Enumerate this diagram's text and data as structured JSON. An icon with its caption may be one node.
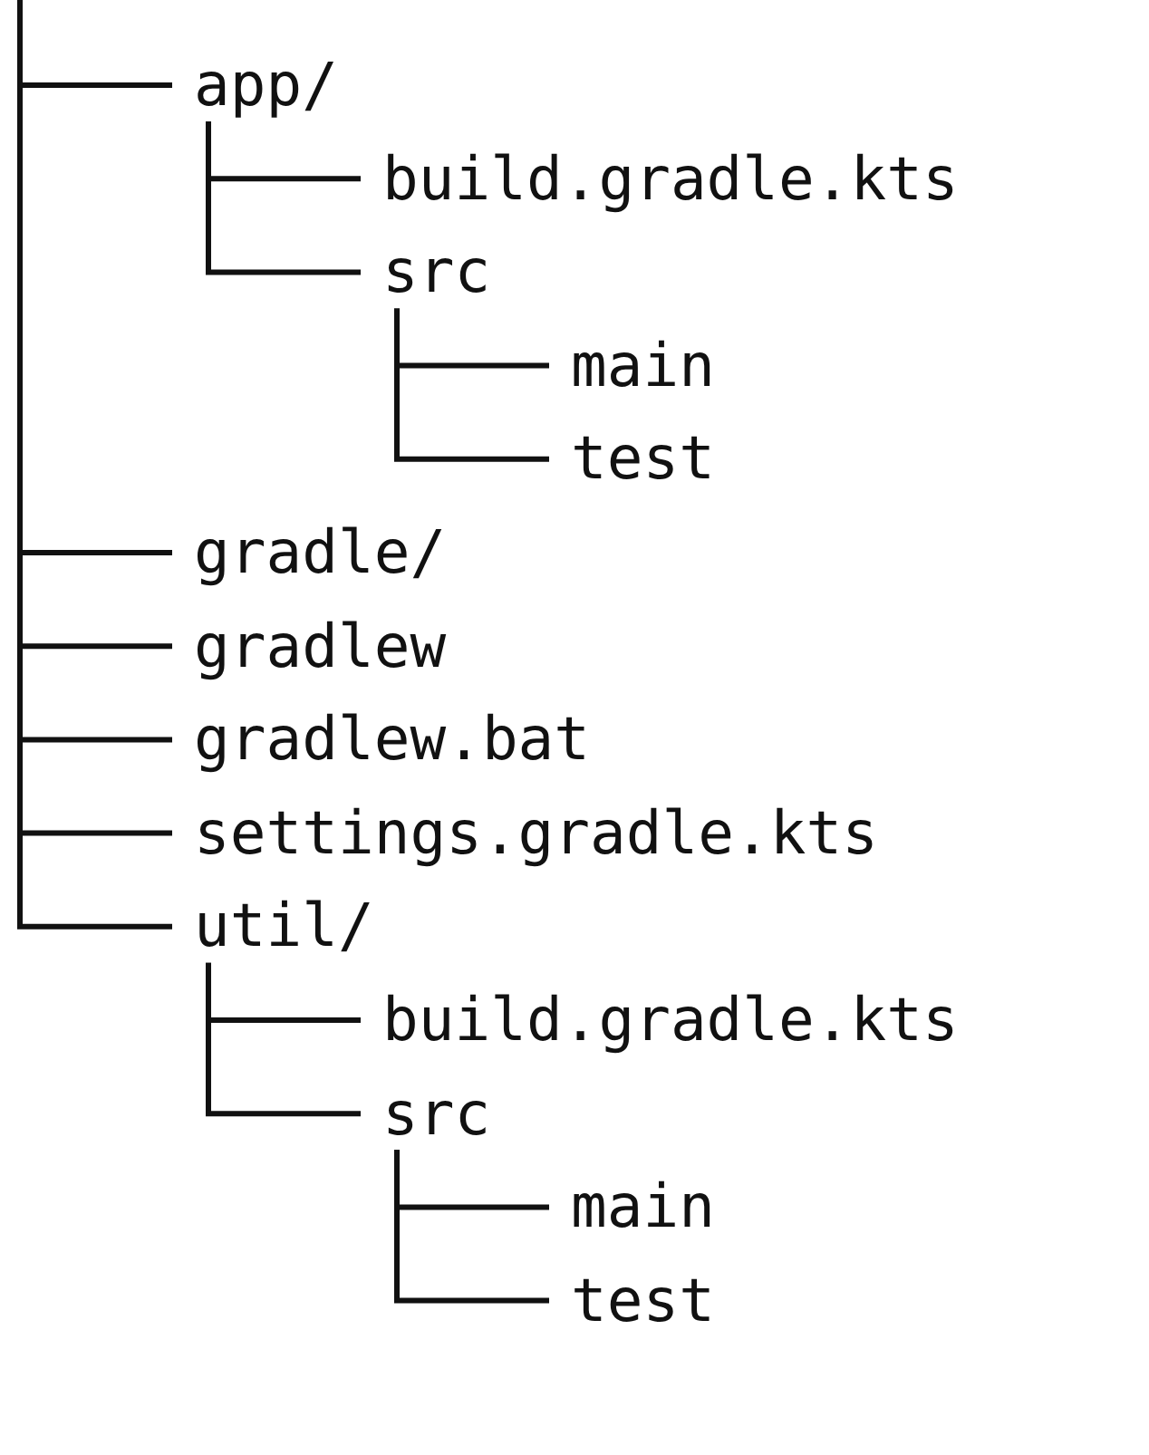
{
  "diagram": {
    "nodes": [
      {
        "text": [
          "app/"
        ]
      },
      {
        "text": [
          "build.gradle.kts"
        ]
      },
      {
        "text": [
          "src"
        ]
      },
      {
        "text": [
          "main"
        ]
      },
      {
        "text": [
          "test"
        ]
      },
      {
        "text": [
          "gradle/"
        ]
      },
      {
        "text": [
          "gradlew"
        ]
      },
      {
        "text": [
          "gradlew.bat"
        ]
      },
      {
        "text": [
          "settings.gradle.kts"
        ]
      },
      {
        "text": [
          "util/"
        ]
      },
      {
        "text": [
          "build.gradle.kts"
        ]
      },
      {
        "text": [
          "src"
        ]
      },
      {
        "text": [
          "main"
        ]
      },
      {
        "text": [
          "test"
        ]
      }
    ],
    "edges": [
      {
        "from": null,
        "to": 0,
        "arrow": "none"
      },
      {
        "from": 0,
        "to": 1,
        "arrow": "none"
      },
      {
        "from": 0,
        "to": 2,
        "arrow": "none"
      },
      {
        "from": 2,
        "to": 3,
        "arrow": "none"
      },
      {
        "from": 2,
        "to": 4,
        "arrow": "none"
      },
      {
        "from": null,
        "to": 5,
        "arrow": "none"
      },
      {
        "from": null,
        "to": 6,
        "arrow": "none"
      },
      {
        "from": null,
        "to": 7,
        "arrow": "none"
      },
      {
        "from": null,
        "to": 8,
        "arrow": "none"
      },
      {
        "from": null,
        "to": 9,
        "arrow": "none"
      },
      {
        "from": 9,
        "to": 10,
        "arrow": "none"
      },
      {
        "from": 9,
        "to": 11,
        "arrow": "none"
      },
      {
        "from": 11,
        "to": 12,
        "arrow": "none"
      },
      {
        "from": 11,
        "to": 13,
        "arrow": "none"
      }
    ]
  }
}
